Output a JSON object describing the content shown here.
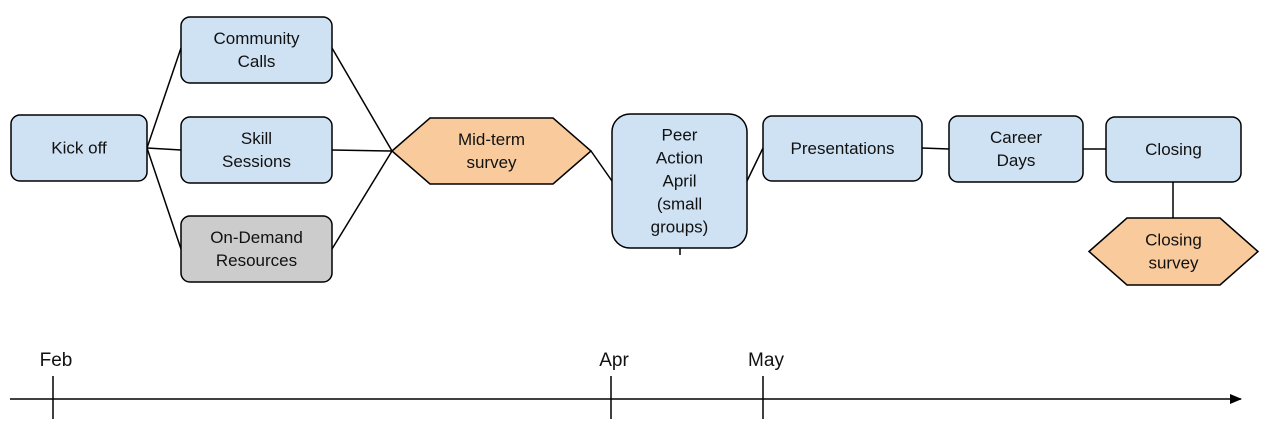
{
  "colors": {
    "activity": "#cfe2f3",
    "resource": "#cccccc",
    "survey": "#f9cb9c",
    "stroke": "#000000"
  },
  "nodes": [
    {
      "id": "kickoff",
      "shape": "box",
      "kind": "activity",
      "lines": [
        "Kick off"
      ]
    },
    {
      "id": "community-calls",
      "shape": "box",
      "kind": "activity",
      "lines": [
        "Community",
        "Calls"
      ]
    },
    {
      "id": "skill-sessions",
      "shape": "box",
      "kind": "activity",
      "lines": [
        "Skill",
        "Sessions"
      ]
    },
    {
      "id": "on-demand-resources",
      "shape": "box",
      "kind": "resource",
      "lines": [
        "On-Demand",
        "Resources"
      ]
    },
    {
      "id": "mid-term-survey",
      "shape": "hexagon",
      "kind": "survey",
      "lines": [
        "Mid-term",
        "survey"
      ]
    },
    {
      "id": "peer-action-april",
      "shape": "box",
      "kind": "activity",
      "lines": [
        "Peer",
        "Action",
        "April",
        "(small",
        "groups)"
      ]
    },
    {
      "id": "presentations",
      "shape": "box",
      "kind": "activity",
      "lines": [
        "Presentations"
      ]
    },
    {
      "id": "career-days",
      "shape": "box",
      "kind": "activity",
      "lines": [
        "Career",
        "Days"
      ]
    },
    {
      "id": "closing",
      "shape": "box",
      "kind": "activity",
      "lines": [
        "Closing"
      ]
    },
    {
      "id": "closing-survey",
      "shape": "hexagon",
      "kind": "survey",
      "lines": [
        "Closing",
        "survey"
      ]
    }
  ],
  "edges": [
    [
      "kickoff",
      "community-calls"
    ],
    [
      "kickoff",
      "skill-sessions"
    ],
    [
      "kickoff",
      "on-demand-resources"
    ],
    [
      "community-calls",
      "mid-term-survey"
    ],
    [
      "skill-sessions",
      "mid-term-survey"
    ],
    [
      "on-demand-resources",
      "mid-term-survey"
    ],
    [
      "mid-term-survey",
      "peer-action-april"
    ],
    [
      "peer-action-april",
      "presentations"
    ],
    [
      "presentations",
      "career-days"
    ],
    [
      "career-days",
      "closing"
    ],
    [
      "closing",
      "closing-survey"
    ]
  ],
  "timeline": {
    "ticks": [
      "Feb",
      "Apr",
      "May"
    ]
  }
}
